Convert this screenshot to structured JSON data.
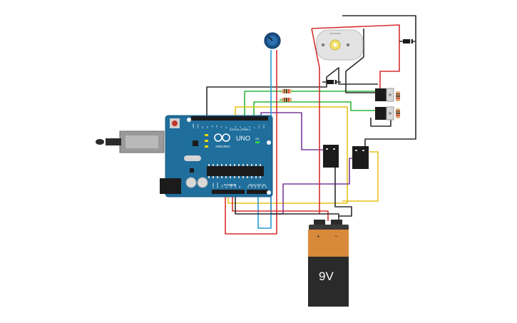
{
  "arduino": {
    "brand": "ARDUINO",
    "model": "UNO",
    "digital_label": "DIGITAL (PWM~)",
    "power_label": "POWER",
    "analog_label": "ANALOG IN",
    "on_label": "ON",
    "pin_labels_digital": [
      "AREF",
      "GND",
      "13",
      "12",
      "~11",
      "~10",
      "~9",
      "8",
      "7",
      "~6",
      "~5",
      "4",
      "~3",
      "2",
      "TX 1",
      "RX 0"
    ],
    "pin_labels_power": [
      "IOREF",
      "RESET",
      "3.3V",
      "5V",
      "GND",
      "GND",
      "Vin"
    ],
    "pin_labels_analog": [
      "A0",
      "A1",
      "A2",
      "A3",
      "A4",
      "A5"
    ]
  },
  "battery": {
    "voltage_label": "9V",
    "plus_label": "+",
    "minus_label": "−"
  },
  "wire_colors": {
    "red": "#d62f2f",
    "black": "#2b2b2b",
    "green": "#2fb53c",
    "yellow": "#e8c21a",
    "purple": "#7a3b9c",
    "blue": "#2a9bd1"
  }
}
